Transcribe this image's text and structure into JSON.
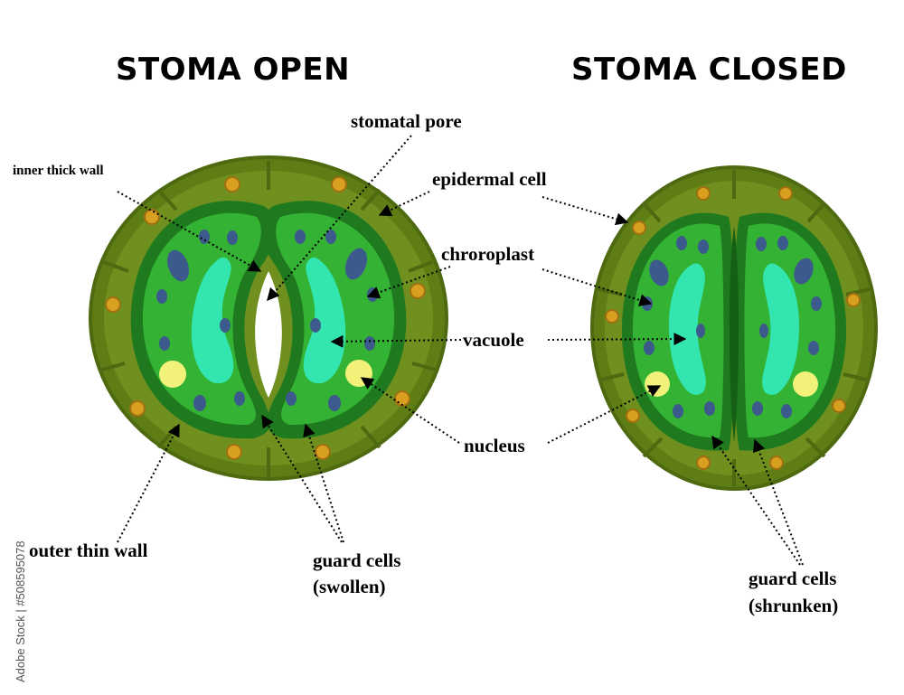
{
  "titles": {
    "open": "STOMA OPEN",
    "closed": "STOMA CLOSED"
  },
  "labels": {
    "stomatal_pore": "stomatal pore",
    "inner_thick_wall": "inner thick wall",
    "epidermal_cell": "epidermal cell",
    "chloroplast": "chroroplast",
    "vacuole": "vacuole",
    "nucleus": "nucleus",
    "outer_thin_wall": "outer thin wall",
    "guard_cells_open_line1": "guard cells",
    "guard_cells_open_line2": "(swollen)",
    "guard_cells_closed_line1": "guard cells",
    "guard_cells_closed_line2": "(shrunken)"
  },
  "watermark": "Adobe Stock | #508595078",
  "colors": {
    "epidermis_fill": "#6b8a1a",
    "epidermis_edge": "#4d6a10",
    "guard_wall": "#1f7a1f",
    "guard_fill": "#33b233",
    "vacuole": "#33e6b0",
    "chloroplast": "#3d5a8c",
    "nucleus": "#f2f27a",
    "epidermal_nucleus": "#d9a020"
  }
}
